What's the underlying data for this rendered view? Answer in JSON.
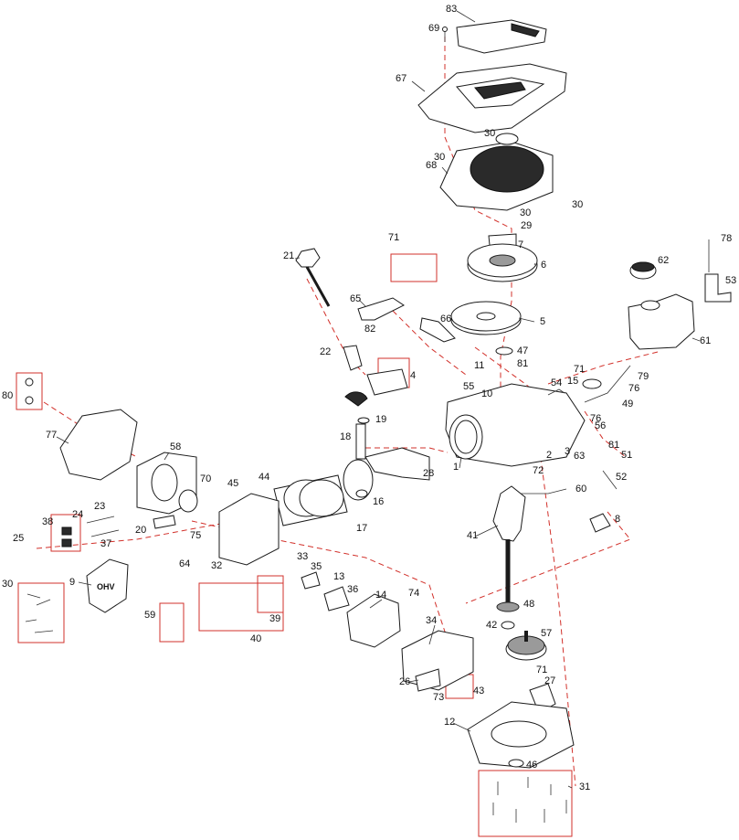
{
  "parts": [
    {
      "id": "p83",
      "label": "83"
    },
    {
      "id": "p69",
      "label": "69"
    },
    {
      "id": "p67",
      "label": "67"
    },
    {
      "id": "p30a",
      "label": "30"
    },
    {
      "id": "p30b",
      "label": "30"
    },
    {
      "id": "p68",
      "label": "68"
    },
    {
      "id": "p30c",
      "label": "30"
    },
    {
      "id": "p30d",
      "label": "30"
    },
    {
      "id": "p29",
      "label": "29"
    },
    {
      "id": "p7",
      "label": "7"
    },
    {
      "id": "p6",
      "label": "6"
    },
    {
      "id": "p71a",
      "label": "71"
    },
    {
      "id": "p21",
      "label": "21"
    },
    {
      "id": "p65",
      "label": "65"
    },
    {
      "id": "p66",
      "label": "66"
    },
    {
      "id": "p5",
      "label": "5"
    },
    {
      "id": "p82",
      "label": "82"
    },
    {
      "id": "p47",
      "label": "47"
    },
    {
      "id": "p81a",
      "label": "81"
    },
    {
      "id": "p22",
      "label": "22"
    },
    {
      "id": "p11",
      "label": "11"
    },
    {
      "id": "p4",
      "label": "4"
    },
    {
      "id": "p10",
      "label": "10"
    },
    {
      "id": "p55",
      "label": "55"
    },
    {
      "id": "p54",
      "label": "54"
    },
    {
      "id": "p78",
      "label": "78"
    },
    {
      "id": "p62",
      "label": "62"
    },
    {
      "id": "p53",
      "label": "53"
    },
    {
      "id": "p61",
      "label": "61"
    },
    {
      "id": "p71b",
      "label": "71"
    },
    {
      "id": "p15",
      "label": "15"
    },
    {
      "id": "p79",
      "label": "79"
    },
    {
      "id": "p76a",
      "label": "76"
    },
    {
      "id": "p49",
      "label": "49"
    },
    {
      "id": "p80",
      "label": "80"
    },
    {
      "id": "p77",
      "label": "77"
    },
    {
      "id": "p19",
      "label": "19"
    },
    {
      "id": "p18",
      "label": "18"
    },
    {
      "id": "p76b",
      "label": "76"
    },
    {
      "id": "p56",
      "label": "56"
    },
    {
      "id": "p58",
      "label": "58"
    },
    {
      "id": "p81b",
      "label": "81"
    },
    {
      "id": "p51",
      "label": "51"
    },
    {
      "id": "p1",
      "label": "1"
    },
    {
      "id": "p28",
      "label": "28"
    },
    {
      "id": "p2",
      "label": "2"
    },
    {
      "id": "p3",
      "label": "3"
    },
    {
      "id": "p63",
      "label": "63"
    },
    {
      "id": "p52",
      "label": "52"
    },
    {
      "id": "p72",
      "label": "72"
    },
    {
      "id": "p70",
      "label": "70"
    },
    {
      "id": "p45",
      "label": "45"
    },
    {
      "id": "p44",
      "label": "44"
    },
    {
      "id": "p16",
      "label": "16"
    },
    {
      "id": "p60",
      "label": "60"
    },
    {
      "id": "p23",
      "label": "23"
    },
    {
      "id": "p24",
      "label": "24"
    },
    {
      "id": "p38",
      "label": "38"
    },
    {
      "id": "p20",
      "label": "20"
    },
    {
      "id": "p17",
      "label": "17"
    },
    {
      "id": "p8",
      "label": "8"
    },
    {
      "id": "p25",
      "label": "25"
    },
    {
      "id": "p37",
      "label": "37"
    },
    {
      "id": "p75",
      "label": "75"
    },
    {
      "id": "p41",
      "label": "41"
    },
    {
      "id": "p33",
      "label": "33"
    },
    {
      "id": "p9",
      "label": "9"
    },
    {
      "id": "p64",
      "label": "64"
    },
    {
      "id": "p32",
      "label": "32"
    },
    {
      "id": "p35",
      "label": "35"
    },
    {
      "id": "p13",
      "label": "13"
    },
    {
      "id": "p30e",
      "label": "30"
    },
    {
      "id": "p36",
      "label": "36"
    },
    {
      "id": "p74",
      "label": "74"
    },
    {
      "id": "p14",
      "label": "14"
    },
    {
      "id": "p48",
      "label": "48"
    },
    {
      "id": "p59",
      "label": "59"
    },
    {
      "id": "p39",
      "label": "39"
    },
    {
      "id": "p42",
      "label": "42"
    },
    {
      "id": "p57",
      "label": "57"
    },
    {
      "id": "p34",
      "label": "34"
    },
    {
      "id": "p40",
      "label": "40"
    },
    {
      "id": "p26",
      "label": "26"
    },
    {
      "id": "p71c",
      "label": "71"
    },
    {
      "id": "p27",
      "label": "27"
    },
    {
      "id": "p43",
      "label": "43"
    },
    {
      "id": "p73",
      "label": "73"
    },
    {
      "id": "p12",
      "label": "12"
    },
    {
      "id": "p46",
      "label": "46"
    },
    {
      "id": "p31",
      "label": "31"
    }
  ],
  "logo_text": "OHV",
  "colors": {
    "assembly_line": "#d2312b",
    "line": "#1a1a1a"
  }
}
